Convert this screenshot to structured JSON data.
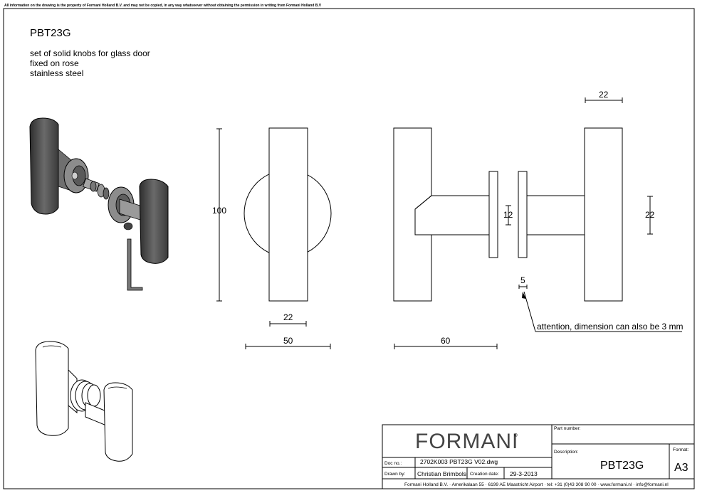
{
  "sheet": {
    "disclaimer": "All information on the drawing is the property of Formani Holland B.V. and may not be copied, in any way whatsoever without obtaining the permission in writing from Formani Holland B.V",
    "product_code": "PBT23G",
    "description_lines": [
      "set of solid knobs for glass door",
      "fixed on rose",
      "stainless steel"
    ]
  },
  "dimensions": {
    "height_100": "100",
    "width_22_front": "22",
    "width_50": "50",
    "width_22_top": "22",
    "depth_22_side": "22",
    "spindle_12": "12",
    "length_60": "60",
    "glass_5": "5"
  },
  "note": "attention, dimension can also be 3 mm",
  "title_block": {
    "logo": "FORMANI",
    "logo_mark": "®",
    "part_number_label": "Part number:",
    "description_label": "Description:",
    "description_value": "PBT23G",
    "format_label": "Format:",
    "format_value": "A3",
    "doc_no_label": "Doc no.:",
    "doc_no_value": "2702K003 PBT23G V02.dwg",
    "drawn_by_label": "Drawn by:",
    "drawn_by_value": "Christian Brimbols",
    "creation_date_label": "Creation date:",
    "creation_date_value": "29-3-2013",
    "footer": "Formani Holland B.V. · Amerikalaan 55 · 6199 AE Maastricht Airport · tel: +31 (0)43 308 90 00 · www.formani.nl · info@formani.nl"
  },
  "colors": {
    "line": "#000000",
    "paper": "#ffffff",
    "shade_dark": "#4a4a4a",
    "shade_mid": "#8a8a8a",
    "shade_light": "#c8c8c8"
  }
}
